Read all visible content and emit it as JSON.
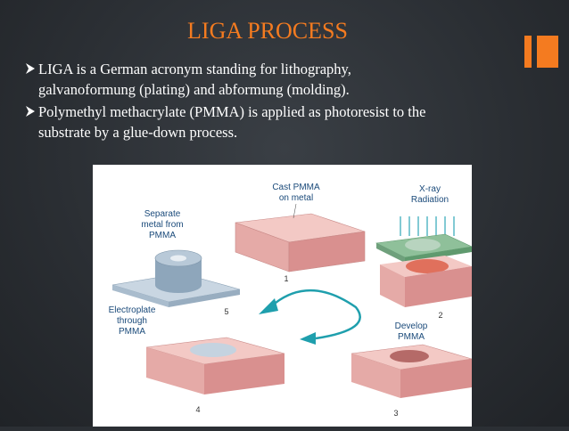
{
  "slide": {
    "title": "LIGA PROCESS",
    "bullets": [
      {
        "icon": "arrow-bullet-icon",
        "lines": [
          " LIGA is a German acronym standing for lithography,",
          "galvanoformung (plating) and  abformung (molding)."
        ]
      },
      {
        "icon": "arrow-bullet-icon",
        "lines": [
          "Polymethyl methacrylate (PMMA) is applied as photoresist to the",
          "substrate by a glue-down process."
        ]
      }
    ]
  },
  "figure": {
    "labels": {
      "step1_caption_line1": "Cast PMMA",
      "step1_caption_line2": "on metal",
      "step2_caption_line1": "X-ray",
      "step2_caption_line2": "Radiation",
      "step3_caption_line1": "Develop",
      "step3_caption_line2": "PMMA",
      "step4_caption_line1": "Electroplate",
      "step4_caption_line2": "through",
      "step4_caption_line3": "PMMA",
      "step5_caption_line1": "Separate",
      "step5_caption_line2": "metal from",
      "step5_caption_line3": "PMMA"
    },
    "step_numbers": [
      "1",
      "2",
      "3",
      "4",
      "5"
    ]
  },
  "colors": {
    "title": "#f47b20",
    "text": "#ffffff",
    "accent": "#f47b20",
    "pmma_top": "#f3c9c5",
    "pmma_side": "#d9908f",
    "metal": "#b9c9d6",
    "mask": "#7fb08a",
    "xray_arrows": "#2fa7b8"
  }
}
